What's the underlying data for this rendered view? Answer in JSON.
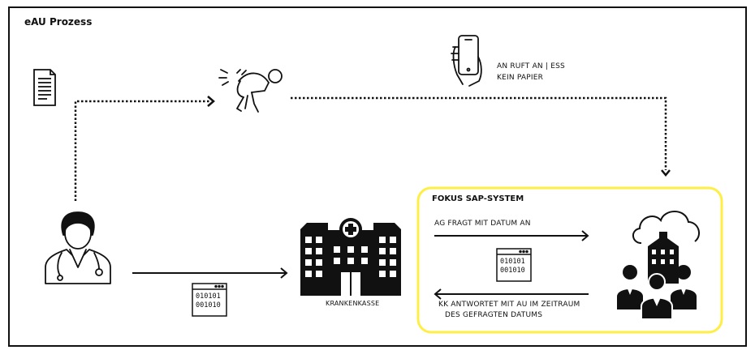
{
  "diagram": {
    "title": "eAU Prozess",
    "phone_note": {
      "line1": "AN RUFT AN | ESS",
      "line2": "KEIN PAPIER"
    },
    "insurer_label": "KRANKENKASSE",
    "sap_box": {
      "title": "FOKUS SAP-SYSTEM",
      "request_label": "AG FRAGT MIT DATUM AN",
      "response_line1": "KK ANTWORTET MIT AU IM ZEITRAUM",
      "response_line2": "DES GEFRAGTEN DATUMS",
      "border_color": "#ffee44"
    },
    "binary_text": {
      "row1": "010101",
      "row2": "001010"
    }
  }
}
